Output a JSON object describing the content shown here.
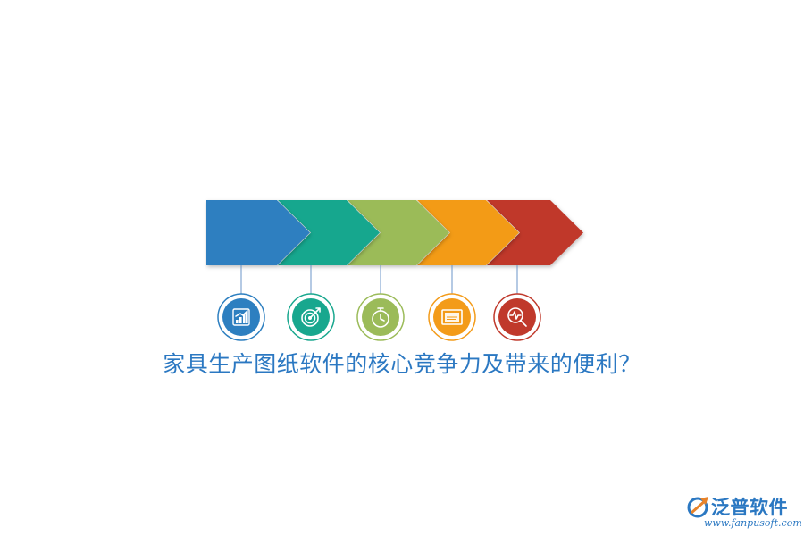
{
  "headline": "家具生产图纸软件的核心竞争力及带来的便利？",
  "steps": [
    {
      "color": "#2d7fc0",
      "icon": "bar-chart-icon"
    },
    {
      "color": "#18a78e",
      "icon": "target-icon"
    },
    {
      "color": "#9bbb59",
      "icon": "stopwatch-icon"
    },
    {
      "color": "#f39b19",
      "icon": "presentation-board-icon"
    },
    {
      "color": "#c0392b",
      "icon": "magnifier-pulse-icon"
    }
  ],
  "colors": {
    "headline": "#2b78c2",
    "connector": "#6b95c8",
    "logo_primary": "#2b78c2",
    "logo_accent": "#e8832a"
  },
  "brand": {
    "name": "泛普软件",
    "url": "www.fanpusoft.com"
  }
}
